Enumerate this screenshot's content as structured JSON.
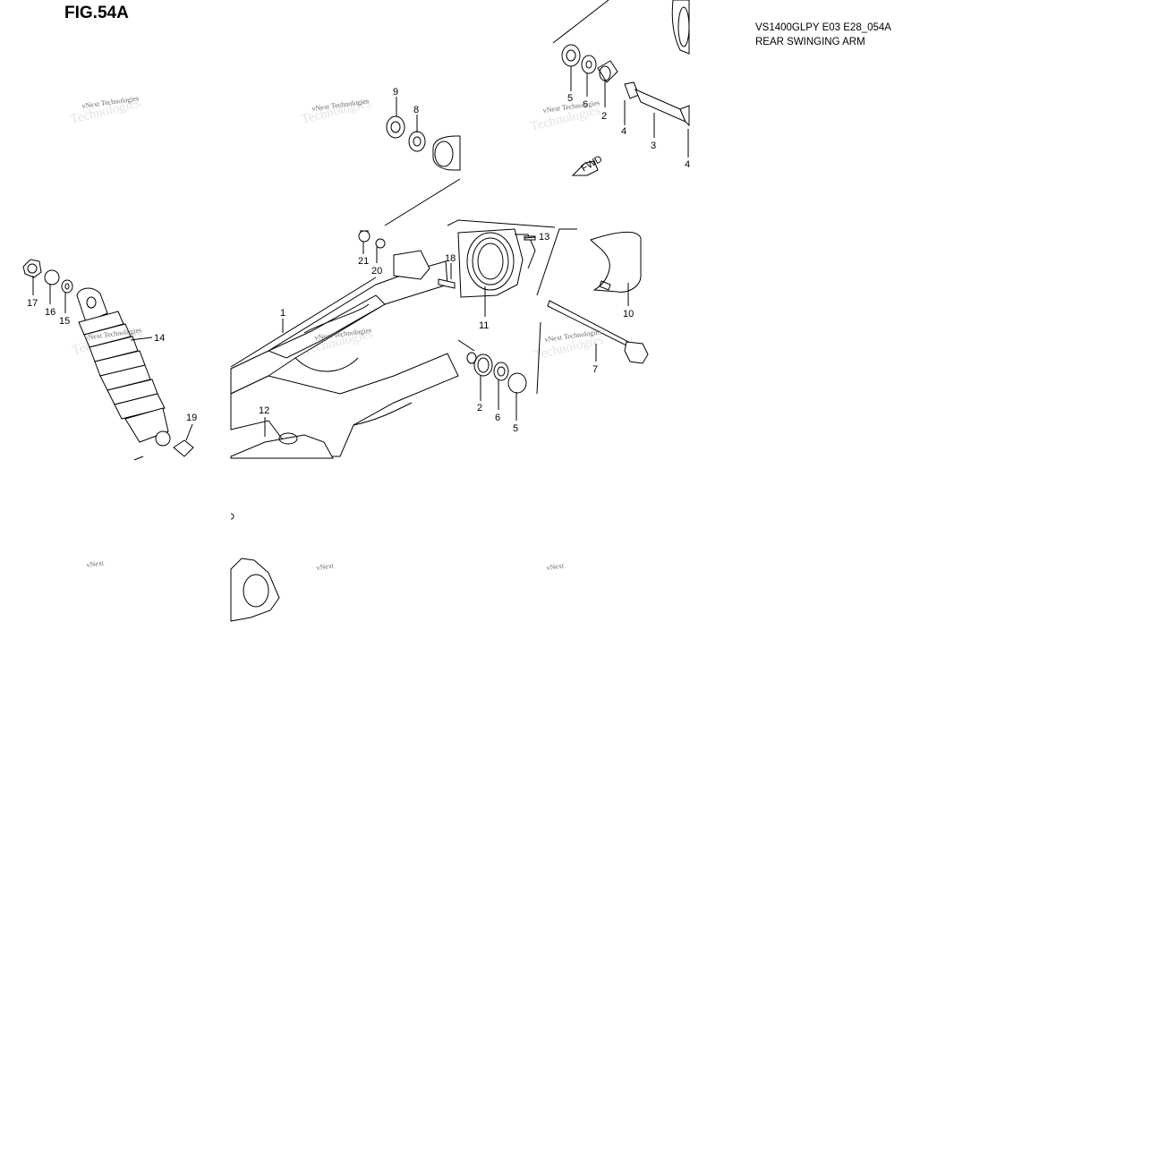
{
  "figure": {
    "title": "FIG.54A",
    "model_code": "VS1400GLPY E03 E28_054A",
    "name": "REAR SWINGING ARM"
  },
  "watermark": {
    "line1": "vNext Technologies",
    "line2": "Technologies",
    "fragment": "vNext"
  },
  "callouts": [
    "1",
    "2",
    "3",
    "4",
    "5",
    "6",
    "7",
    "8",
    "9",
    "10",
    "11",
    "12",
    "13",
    "14",
    "15",
    "16",
    "17",
    "18",
    "19",
    "20",
    "21"
  ],
  "fwd_label": "FWD"
}
